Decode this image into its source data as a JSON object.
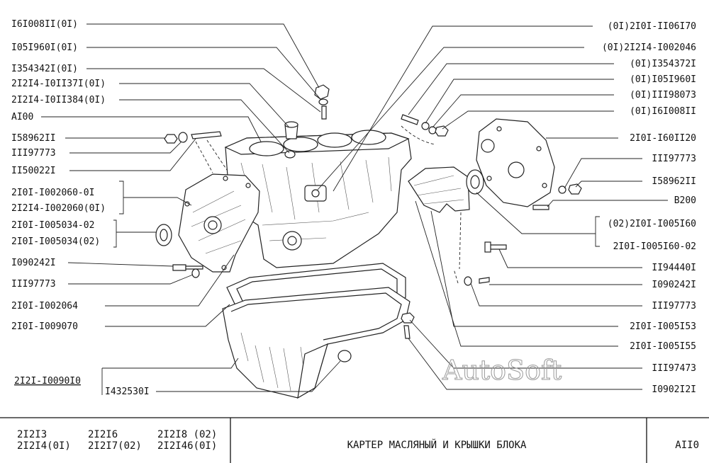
{
  "left_labels": [
    "I6I008II(0I)",
    "I05I960I(0I)",
    "I354342I(0I)",
    "2I2I4-I0II37I(0I)",
    "2I2I4-I0II384(0I)",
    "AI00",
    "I58962II",
    "III97773",
    "II50022I",
    "2I0I-I002060-0I",
    "2I2I4-I002060(0I)",
    "2I0I-I005034-02",
    "2I0I-I005034(02)",
    "I090242I",
    "III97773",
    "2I0I-I002064",
    "2I0I-I009070",
    "2I2I-I0090I0",
    "I432530I"
  ],
  "right_labels": [
    "(0I)2I0I-II06I70",
    "(0I)2I2I4-I002046",
    "(0I)I354372I",
    "(0I)I05I960I",
    "(0I)III98073",
    "(0I)I6I008II",
    "2I0I-I60II20",
    "III97773",
    "I58962II",
    "B200",
    "(02)2I0I-I005I60",
    "2I0I-I005I60-02",
    "II94440I",
    "I090242I",
    "III97773",
    "2I0I-I005I53",
    "2I0I-I005I55",
    "III97473",
    "I0902I2I"
  ],
  "watermark": "AutoSoft",
  "footer": {
    "models": [
      "2I2I3",
      "2I2I4(0I)",
      "2I2I6",
      "2I2I7(02)",
      "2I2I8 (02)",
      "2I2I46(0I)"
    ],
    "title": "КАРТЕР  МАСЛЯНЫЙ  И  КРЫШКИ  БЛОКА",
    "code": "AII0"
  },
  "colors": {
    "ink": "#111111",
    "watermark": "#9a9a9a",
    "paper": "#ffffff"
  }
}
